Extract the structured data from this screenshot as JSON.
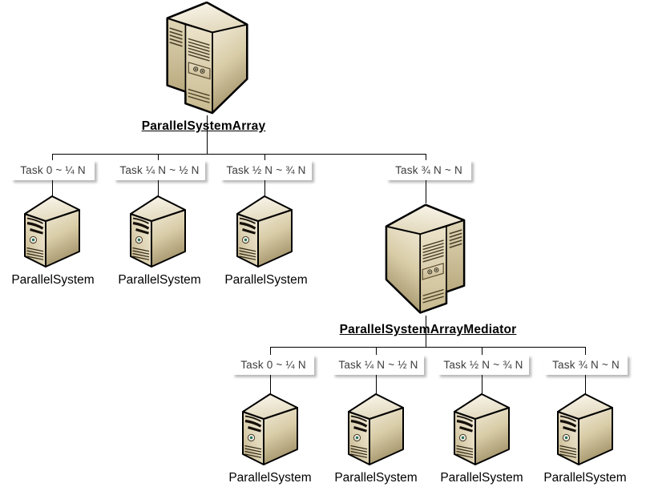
{
  "tree": {
    "root": {
      "label": "ParallelSystemArray",
      "icon": "large-server-tower"
    },
    "branches": [
      {
        "task": "Task 0 ~ ¼ N",
        "node": "ParallelSystem",
        "icon": "small-server-tower"
      },
      {
        "task": "Task ¼ N ~ ½ N",
        "node": "ParallelSystem",
        "icon": "small-server-tower"
      },
      {
        "task": "Task ½ N ~ ¾ N",
        "node": "ParallelSystem",
        "icon": "small-server-tower"
      },
      {
        "task": "Task ¾ N ~ N",
        "node": "ParallelSystemArrayMediator",
        "icon": "large-server-tower-mirrored"
      }
    ],
    "mediator_branches": [
      {
        "task": "Task 0 ~ ¼ N",
        "node": "ParallelSystem",
        "icon": "small-server-tower"
      },
      {
        "task": "Task ¼ N ~ ½ N",
        "node": "ParallelSystem",
        "icon": "small-server-tower"
      },
      {
        "task": "Task ½ N ~ ¾ N",
        "node": "ParallelSystem",
        "icon": "small-server-tower"
      },
      {
        "task": "Task ¾ N ~ N",
        "node": "ParallelSystem",
        "icon": "small-server-tower"
      }
    ]
  },
  "colors": {
    "background": "#ffffff",
    "connector_line": "#000000",
    "node_label_text": "#000000",
    "task_label_text": "#3c3c3c",
    "task_box_background": "#ffffff",
    "server_body_light": "#f2ecdb",
    "server_body_mid": "#d9cda8",
    "server_body_dark": "#a3936a",
    "server_outline": "#000000",
    "power_button_led": "#266e5e"
  }
}
